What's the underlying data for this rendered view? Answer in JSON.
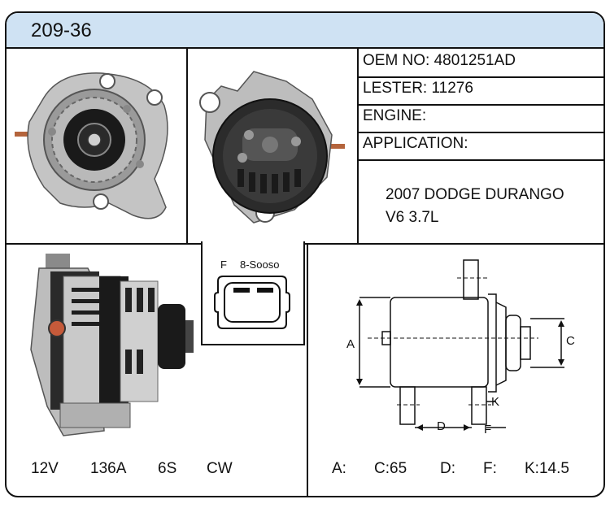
{
  "header": {
    "part_number": "209-36"
  },
  "specs": {
    "oem": "OEM NO: 4801251AD",
    "lester": "LESTER: 11276",
    "engine": "ENGINE:",
    "application": "APPLICATION:"
  },
  "application_lines": [
    "2007 DODGE DURANGO",
    "V6 3.7L"
  ],
  "connector": {
    "left_label": "F",
    "right_label": "8-Sooso"
  },
  "electrical": {
    "voltage": "12V",
    "amperage": "136A",
    "pulley": "6S",
    "rotation": "CW"
  },
  "dimension_labels": {
    "a": "A",
    "c": "C",
    "d": "D",
    "f": "F",
    "k": "K"
  },
  "dimensions": {
    "a": "A:",
    "c": "C:65",
    "d": "D:",
    "f": "F:",
    "k": "K:14.5"
  },
  "colors": {
    "header_bg": "#cfe2f3",
    "border": "#111111",
    "metal": "#b8b8b8",
    "dark": "#1a1a1a"
  },
  "icons": [
    "alternator-front-photo",
    "alternator-rear-photo",
    "alternator-side-photo",
    "connector-diagram",
    "dimension-drawing"
  ]
}
